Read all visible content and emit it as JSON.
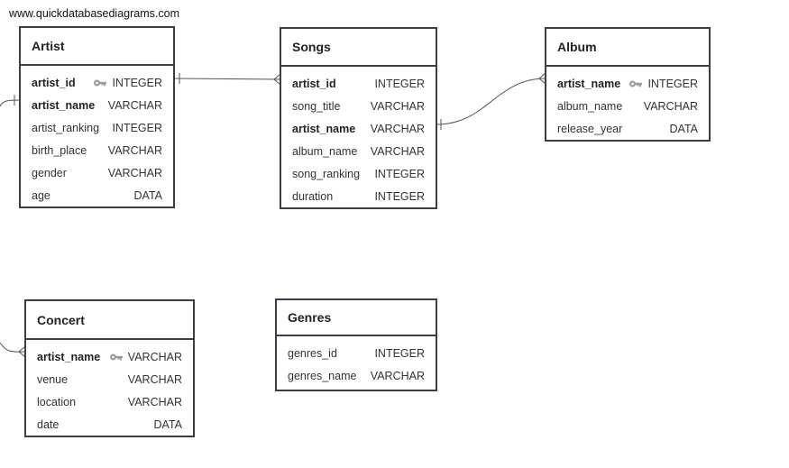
{
  "site_label": "www.quickdatabasediagrams.com",
  "tables": {
    "artist": {
      "title": "Artist",
      "columns": [
        {
          "name": "artist_id",
          "type": "INTEGER"
        },
        {
          "name": "artist_name",
          "type": "VARCHAR"
        },
        {
          "name": "artist_ranking",
          "type": "INTEGER"
        },
        {
          "name": "birth_place",
          "type": "VARCHAR"
        },
        {
          "name": "gender",
          "type": "VARCHAR"
        },
        {
          "name": "age",
          "type": "DATA"
        }
      ]
    },
    "songs": {
      "title": "Songs",
      "columns": [
        {
          "name": "artist_id",
          "type": "INTEGER"
        },
        {
          "name": "song_title",
          "type": "VARCHAR"
        },
        {
          "name": "artist_name",
          "type": "VARCHAR"
        },
        {
          "name": "album_name",
          "type": "VARCHAR"
        },
        {
          "name": "song_ranking",
          "type": "INTEGER"
        },
        {
          "name": "duration",
          "type": "INTEGER"
        }
      ]
    },
    "album": {
      "title": "Album",
      "columns": [
        {
          "name": "artist_name",
          "type": "INTEGER"
        },
        {
          "name": "album_name",
          "type": "VARCHAR"
        },
        {
          "name": "release_year",
          "type": "DATA"
        }
      ]
    },
    "concert": {
      "title": "Concert",
      "columns": [
        {
          "name": "artist_name",
          "type": "VARCHAR"
        },
        {
          "name": "venue",
          "type": "VARCHAR"
        },
        {
          "name": "location",
          "type": "VARCHAR"
        },
        {
          "name": "date",
          "type": "DATA"
        }
      ]
    },
    "genres": {
      "title": "Genres",
      "columns": [
        {
          "name": "genres_id",
          "type": "INTEGER"
        },
        {
          "name": "genres_name",
          "type": "VARCHAR"
        }
      ]
    }
  },
  "icons": {
    "primary_key": "key-icon"
  },
  "colors": {
    "border": "#3a3f45",
    "key_icon": "#9a9a9a",
    "link": "#555555"
  }
}
